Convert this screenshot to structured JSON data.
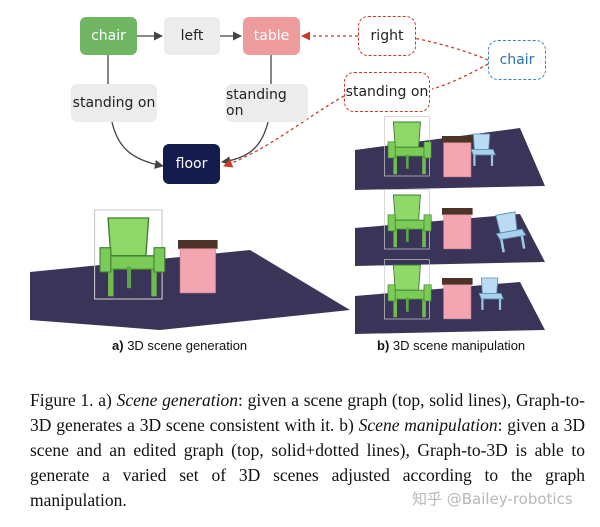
{
  "graph": {
    "nodes": {
      "chair": "chair",
      "left": "left",
      "table": "table",
      "right": "right",
      "chair_new": "chair",
      "standing_on_left": "standing on",
      "standing_on_right": "standing on",
      "standing_on_dotted": "standing on",
      "floor": "floor"
    }
  },
  "panels": {
    "a_letter": "a)",
    "a_title": "3D scene generation",
    "b_letter": "b)",
    "b_title": "3D scene manipulation"
  },
  "caption": {
    "p1": "Figure 1. a) ",
    "p1_italic": "Scene generation",
    "p2": ": given a scene graph (top, solid lines), Graph-to-3D generates a 3D scene consistent with it. b) ",
    "p2_italic": "Scene manipulation",
    "p3": ": given a 3D scene and an edited graph (top, solid+dotted lines), Graph-to-3D is able to generate a varied set of 3D scenes adjusted according to the graph manipulation."
  },
  "watermark": "知乎 @Bailey-robotics",
  "colors": {
    "chair_green": "#6fb562",
    "table_pink": "#ee9b9b",
    "floor_navy": "#131c4c",
    "relation_gray": "#ececec",
    "dotted_red": "#c83a2a",
    "dotted_blue": "#3d84c6",
    "ground_purple": "#3a3458"
  }
}
